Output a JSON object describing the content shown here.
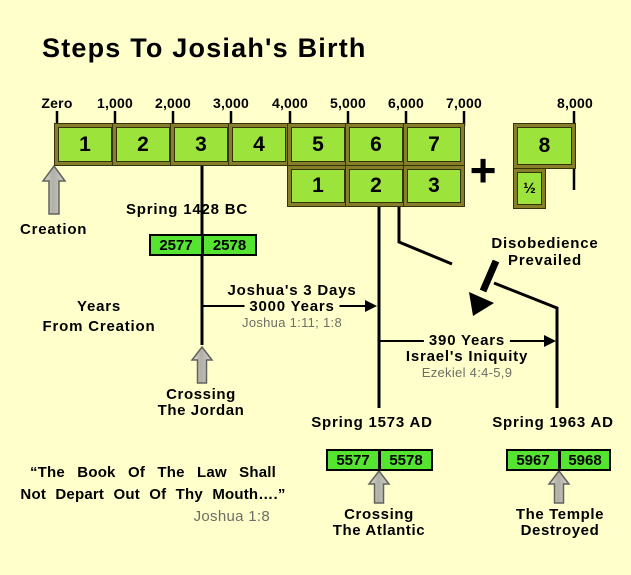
{
  "title": "Steps To Josiah's Birth",
  "axis": {
    "labels": [
      "Zero",
      "1,000",
      "2,000",
      "3,000",
      "4,000",
      "5,000",
      "6,000",
      "7,000",
      "8,000"
    ]
  },
  "timeline": {
    "row1": [
      "1",
      "2",
      "3",
      "4",
      "5",
      "6",
      "7"
    ],
    "row2": [
      "1",
      "2",
      "3"
    ],
    "box8": "8",
    "half": "½",
    "plus": "+"
  },
  "markers": {
    "creation": {
      "label": "Creation"
    },
    "jordan": {
      "date": "Spring 1428 BC",
      "years": [
        "2577",
        "2578"
      ],
      "caption": [
        "Crossing",
        "The Jordan"
      ]
    },
    "atlantic": {
      "date": "Spring 1573 AD",
      "years": [
        "5577",
        "5578"
      ],
      "caption": [
        "Crossing",
        "The Atlantic"
      ]
    },
    "temple": {
      "date": "Spring 1963 AD",
      "years": [
        "5967",
        "5968"
      ],
      "caption": [
        "The Temple",
        "Destroyed"
      ]
    }
  },
  "notes": {
    "axis_caption": [
      "Years",
      "From Creation"
    ],
    "joshua": {
      "line1": "Joshua's 3 Days",
      "line2": "3000 Years",
      "ref": "Joshua 1:11; 1:8"
    },
    "iniquity": {
      "line1": "390 Years",
      "line2": "Israel's Iniquity",
      "ref": "Ezekiel 4:4-5,9"
    },
    "disobedience": [
      "Disobedience",
      "Prevailed"
    ],
    "quote": {
      "line1": "“The Book Of The Law Shall",
      "line2": "Not Depart Out Of Thy Mouth….”",
      "ref": "Joshua 1:8"
    }
  },
  "colors": {
    "background": "#FFFFCC",
    "box_fill": "#9CE43C",
    "year_fill": "#55E430",
    "box_border": "#867F2A",
    "line": "#000000",
    "ref_text": "#6E6E64"
  }
}
